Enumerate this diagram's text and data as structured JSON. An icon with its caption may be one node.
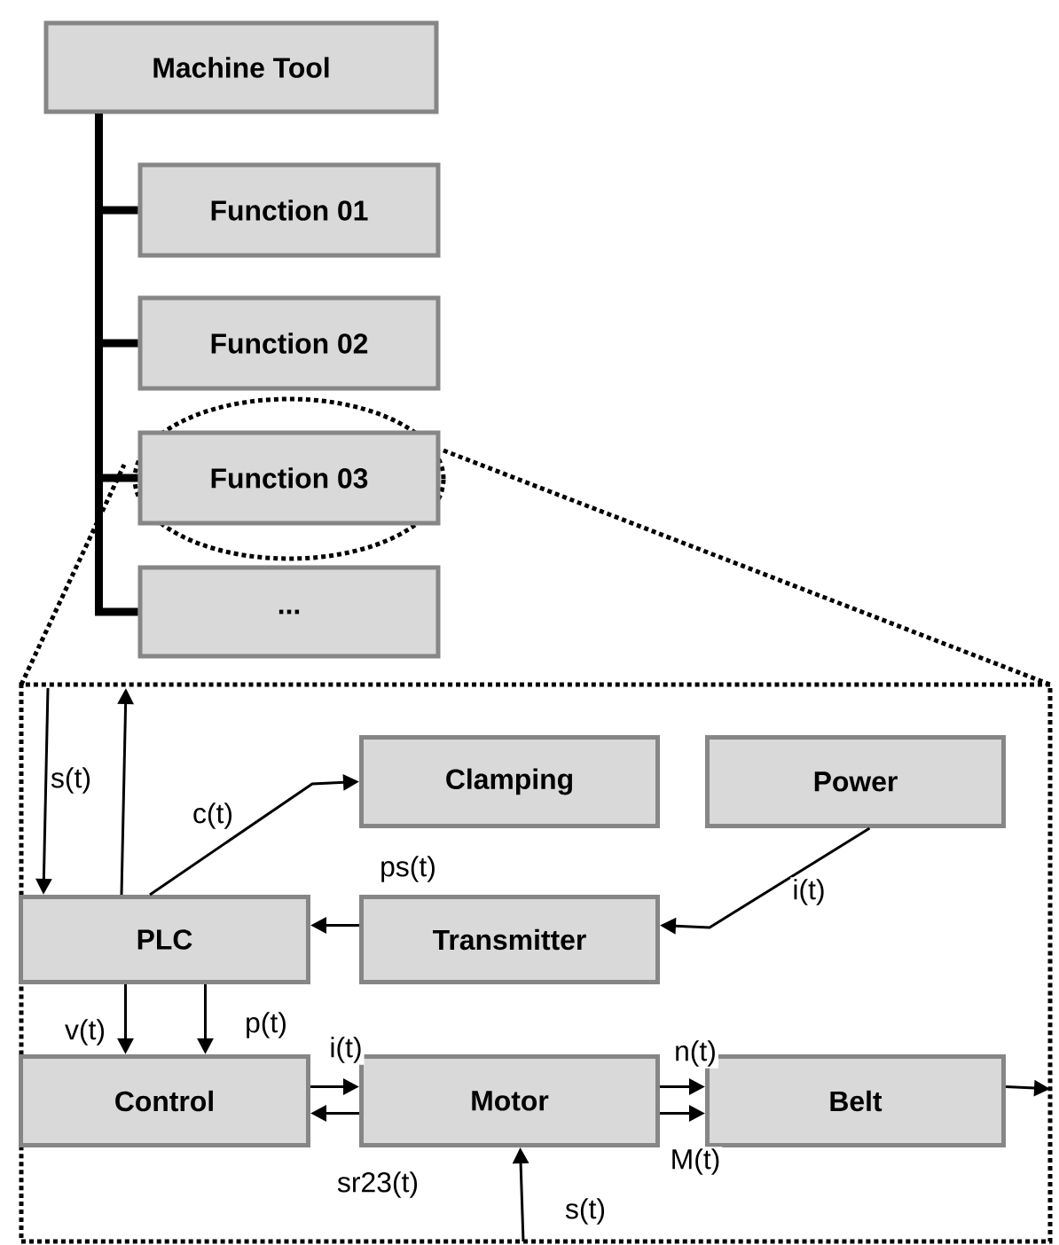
{
  "diagram": {
    "nodes": [
      {
        "text": [
          "Machine Tool"
        ]
      },
      {
        "text": [
          "Function 01"
        ]
      },
      {
        "text": [
          "Function 02"
        ]
      },
      {
        "text": [
          "Function 03"
        ]
      },
      {
        "text": [
          "..."
        ]
      },
      {
        "text": [],
        "shape": "box"
      },
      {
        "text": [
          "Clamping"
        ],
        "in": 5
      },
      {
        "text": [
          "Power"
        ],
        "in": 5
      },
      {
        "text": [
          "PLC"
        ],
        "in": 5
      },
      {
        "text": [
          "Transmitter"
        ],
        "in": 5
      },
      {
        "text": [
          "Control"
        ],
        "in": 5
      },
      {
        "text": [
          "Motor"
        ],
        "in": 5
      },
      {
        "text": [
          "Belt"
        ],
        "in": 5
      }
    ],
    "edges": [
      {
        "from": 0,
        "to": 1,
        "arrow": "none",
        "style": "thick"
      },
      {
        "from": 0,
        "to": 2,
        "arrow": "none",
        "style": "thick"
      },
      {
        "from": 0,
        "to": 3,
        "arrow": "none",
        "style": "thick"
      },
      {
        "from": 0,
        "to": 4,
        "arrow": "none",
        "style": "thick"
      },
      {
        "from": null,
        "to": 8,
        "arrow": "to",
        "label": "s(t)"
      },
      {
        "from": 8,
        "to": null,
        "arrow": "to"
      },
      {
        "from": 8,
        "to": 6,
        "arrow": "to",
        "label": "c(t)"
      },
      {
        "from": 7,
        "to": 9,
        "arrow": "to",
        "label": "i(t)"
      },
      {
        "from": 9,
        "to": 8,
        "arrow": "to",
        "label": "ps(t)"
      },
      {
        "from": 8,
        "to": 10,
        "arrow": "to",
        "label": "v(t)"
      },
      {
        "from": 8,
        "to": 10,
        "arrow": "to",
        "label": "p(t)"
      },
      {
        "from": 10,
        "to": 11,
        "arrow": "to",
        "label": "i(t)"
      },
      {
        "from": 11,
        "to": 10,
        "arrow": "to",
        "label": "sr23(t)"
      },
      {
        "from": 11,
        "to": 12,
        "arrow": "to",
        "label": "n(t)"
      },
      {
        "from": 11,
        "to": 12,
        "arrow": "to",
        "label": "M(t)"
      },
      {
        "from": 12,
        "to": null,
        "arrow": "to"
      },
      {
        "from": null,
        "to": 11,
        "arrow": "to",
        "label": "s(t)"
      }
    ]
  }
}
